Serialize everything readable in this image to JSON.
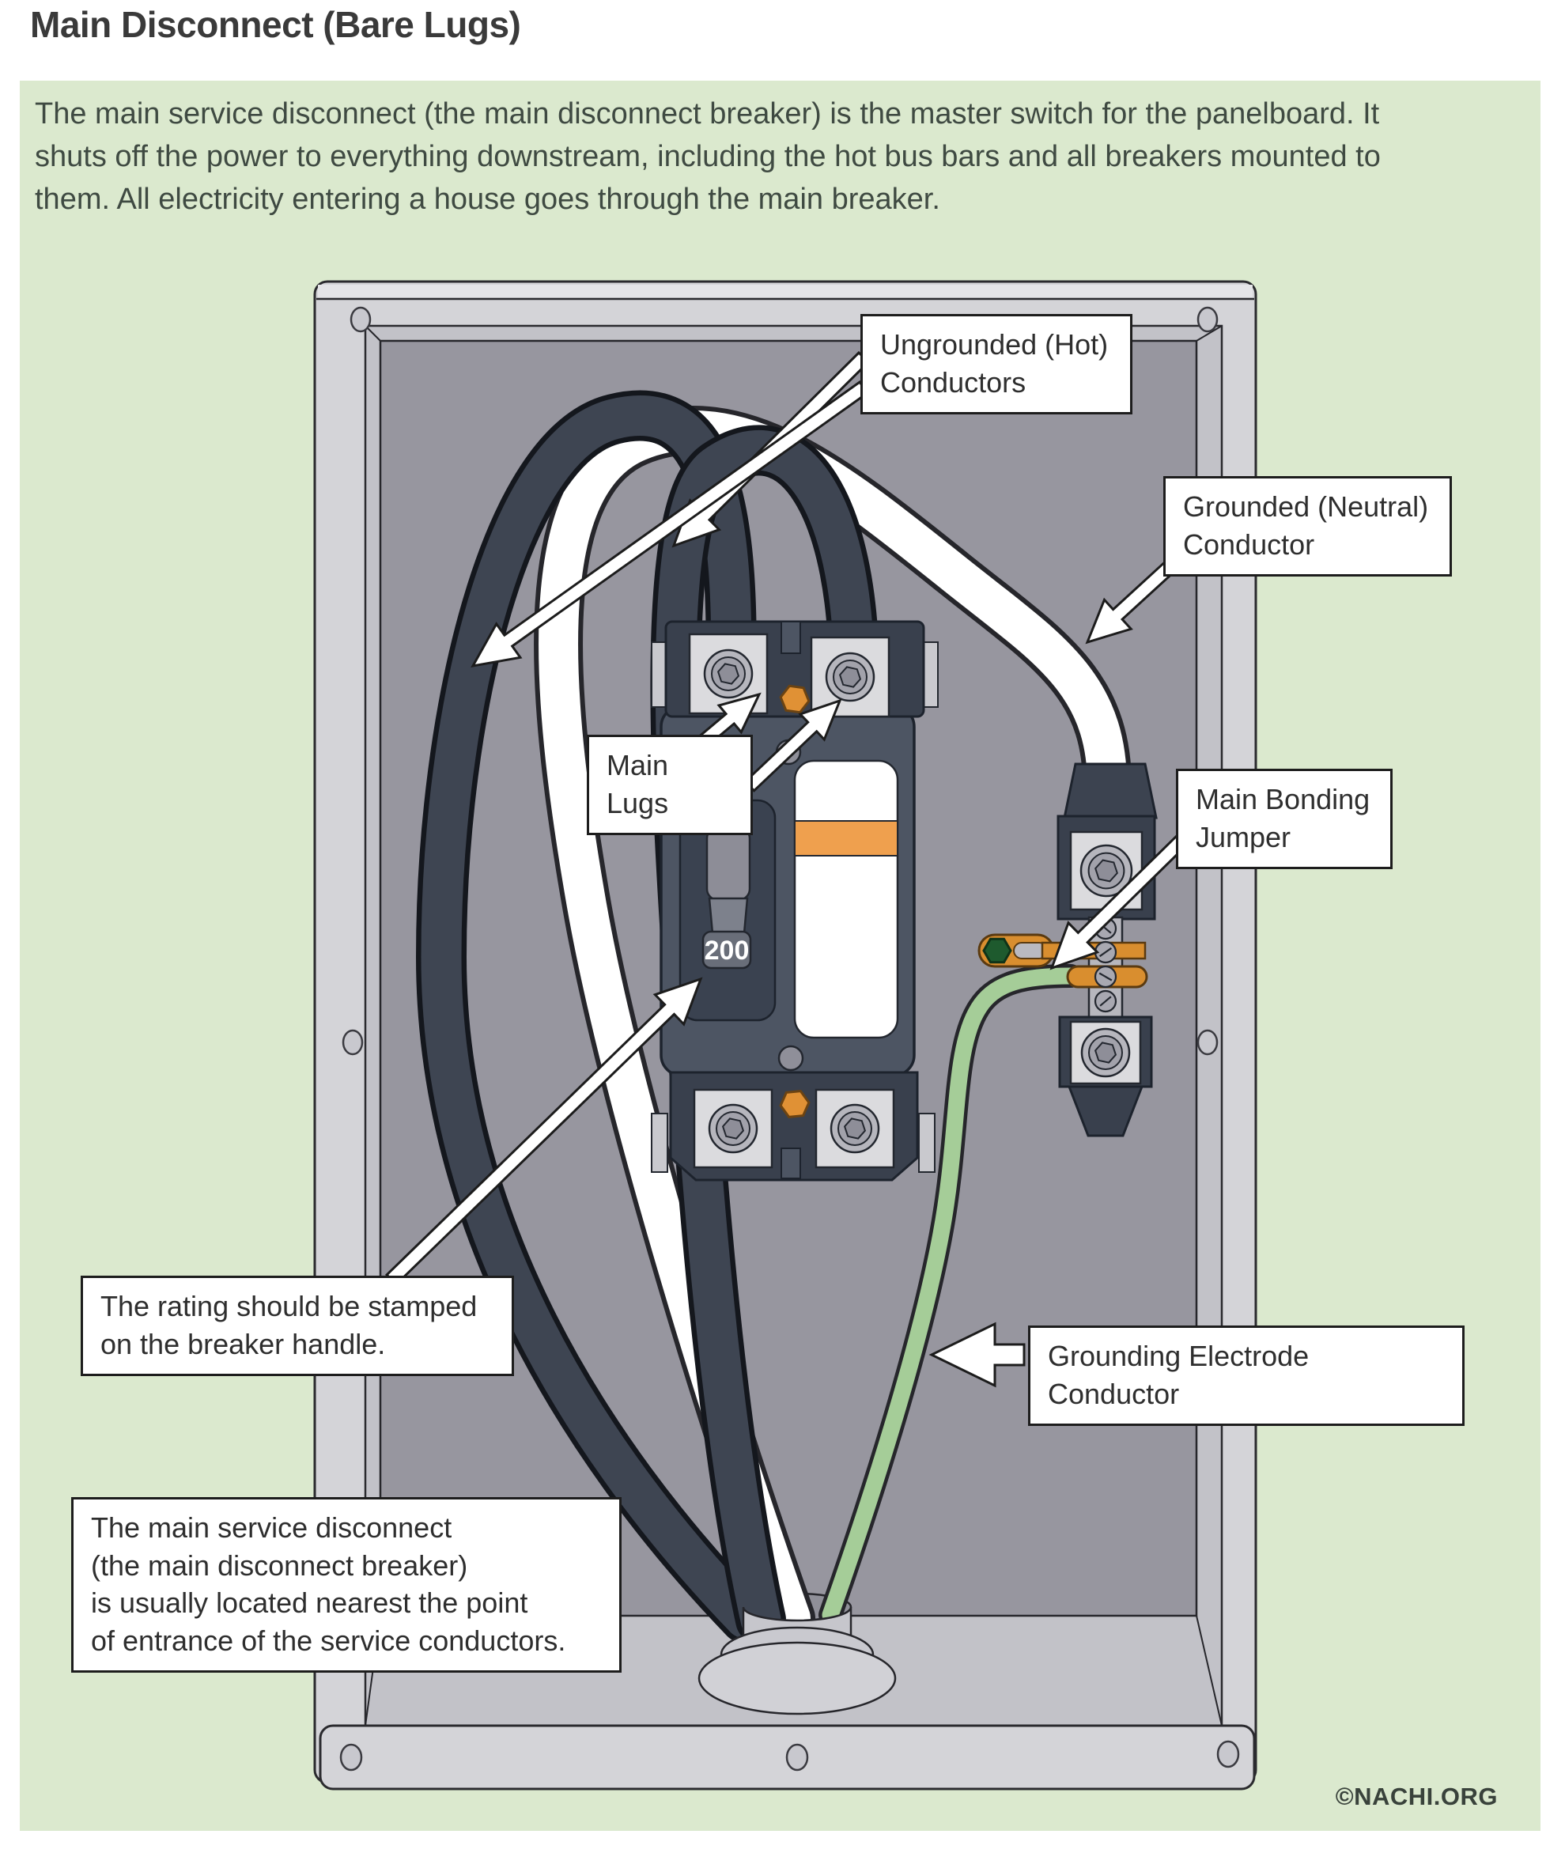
{
  "page": {
    "title": "Main Disconnect (Bare Lugs)",
    "description": "The main service disconnect (the main disconnect breaker) is the master switch for the panelboard. It\nshuts off the power to everything downstream, including the hot bus bars and all breakers mounted to\nthem. All electricity entering a house goes through the main breaker.",
    "watermark": "©NACHI.ORG"
  },
  "diagram": {
    "breaker_rating": "200",
    "callouts": {
      "hot_conductors": "Ungrounded (Hot)\nConductors",
      "neutral_conductor": "Grounded (Neutral)\nConductor",
      "main_lugs": "Main Lugs",
      "bonding_jumper": "Main Bonding\nJumper",
      "rating_note": "The rating should be stamped\non the breaker handle.",
      "grounding_electrode_conductor": "Grounding Electrode Conductor",
      "location_note": "The main service disconnect\n(the main disconnect breaker)\nis usually located nearest the point\nof entrance of the service conductors."
    },
    "colors": {
      "background_green": "#dbe9ce",
      "panel_frame_gray": "#d4d4d8",
      "panel_back_gray": "#97969f",
      "breaker_body": "#4d5563",
      "hot_conductor": "#3e4552",
      "neutral_conductor": "#ffffff",
      "ground_conductor": "#a5cd98",
      "bonding_jumper_orange": "#d98e2f",
      "label_stripe_orange": "#efa04e",
      "bonding_screw_green": "#1e5a2e"
    }
  }
}
